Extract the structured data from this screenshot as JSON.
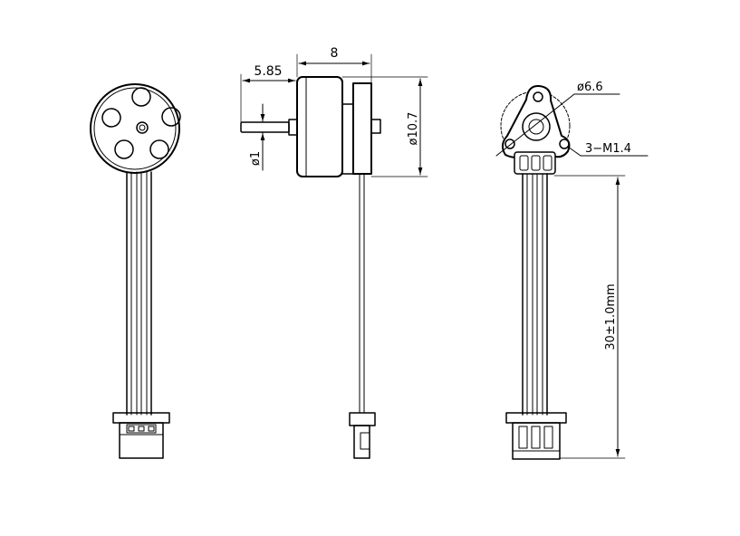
{
  "drawing": {
    "side_view": {
      "dim_length": "8",
      "dim_shaft_offset": "5.85",
      "dim_shaft_diameter": "ø1",
      "dim_body_diameter": "ø10.7"
    },
    "back_view": {
      "dim_hub_diameter": "ø6.6",
      "dim_mount_holes": "3−M1.4",
      "dim_lead_length": "30±1.0mm"
    }
  }
}
